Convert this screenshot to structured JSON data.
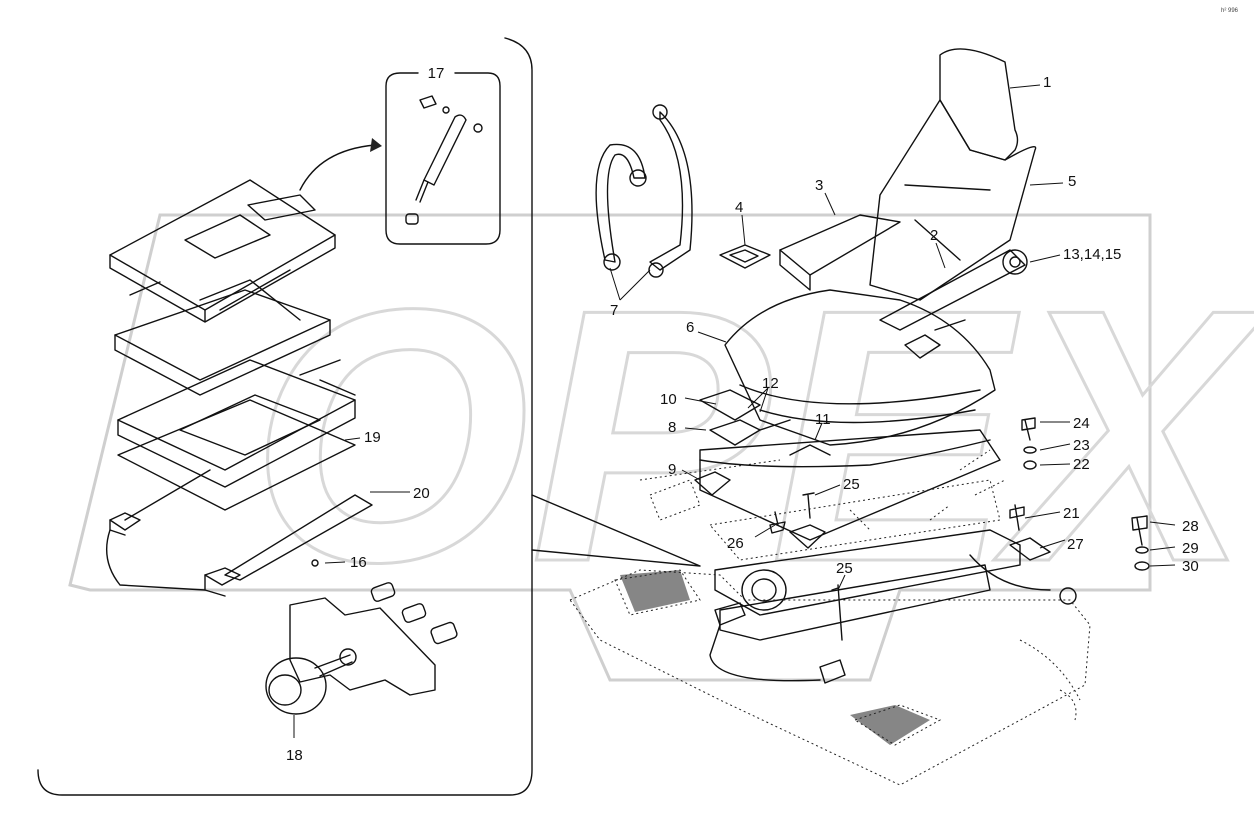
{
  "diagram": {
    "watermark": "OPEX",
    "corner_code": "h² 996",
    "detail_box_label": "17",
    "callouts": [
      {
        "id": "c1",
        "text": "1"
      },
      {
        "id": "c2",
        "text": "2"
      },
      {
        "id": "c3",
        "text": "3"
      },
      {
        "id": "c4",
        "text": "4"
      },
      {
        "id": "c5",
        "text": "5"
      },
      {
        "id": "c6",
        "text": "6"
      },
      {
        "id": "c7",
        "text": "7"
      },
      {
        "id": "c8",
        "text": "8"
      },
      {
        "id": "c9",
        "text": "9"
      },
      {
        "id": "c10",
        "text": "10"
      },
      {
        "id": "c11",
        "text": "11"
      },
      {
        "id": "c12",
        "text": "12"
      },
      {
        "id": "c13",
        "text": "13,14,15"
      },
      {
        "id": "c16",
        "text": "16"
      },
      {
        "id": "c18",
        "text": "18"
      },
      {
        "id": "c19",
        "text": "19"
      },
      {
        "id": "c20",
        "text": "20"
      },
      {
        "id": "c21",
        "text": "21"
      },
      {
        "id": "c22",
        "text": "22"
      },
      {
        "id": "c23",
        "text": "23"
      },
      {
        "id": "c24",
        "text": "24"
      },
      {
        "id": "c25a",
        "text": "25"
      },
      {
        "id": "c25b",
        "text": "25"
      },
      {
        "id": "c26",
        "text": "26"
      },
      {
        "id": "c27",
        "text": "27"
      },
      {
        "id": "c28",
        "text": "28"
      },
      {
        "id": "c29",
        "text": "29"
      },
      {
        "id": "c30",
        "text": "30"
      }
    ]
  }
}
